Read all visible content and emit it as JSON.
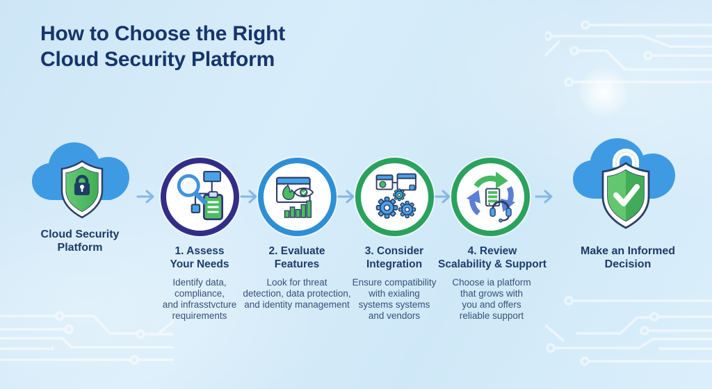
{
  "title": {
    "text": "How to Choose the Right\nCloud Security Platform"
  },
  "start_node": {
    "label": "Cloud Security\nPlatform",
    "icon": "cloud-shield-lock-icon"
  },
  "end_node": {
    "label": "Make an Informed\nDecision",
    "icon": "cloud-shield-check-icon"
  },
  "steps": [
    {
      "title": "1. Assess\nYour Needs",
      "description": "Identify data,\ncompliance,\nand infrasstvcture\nrequirements",
      "ring_color": "#322e87",
      "icon": "magnifier-flowchart-checklist-icon"
    },
    {
      "title": "2. Evaluate\nFeatures",
      "description": "Look for threat\ndetection, data protection,\nand identity management",
      "ring_color": "#2f8fd6",
      "icon": "threat-monitor-chart-icon"
    },
    {
      "title": "3. Consider\nIntegration",
      "description": "Ensure compatibility\nwith exialing\nsystems systems\nand vendors",
      "ring_color": "#2aa25d",
      "icon": "windows-gears-icon"
    },
    {
      "title": "4. Review\nScalability & Support",
      "description": "Choose ia platform\nthat grows with\nyou and offers\nreliable support",
      "ring_color": "#2aa25d",
      "icon": "cycle-server-headset-icon"
    }
  ],
  "colors": {
    "background": "#d2e9f8",
    "title_text": "#16356b",
    "step_title_text": "#1d3c6d",
    "description_text": "#35517a",
    "arrow": "#84b6e4",
    "cloud_blue": "#3e9be3",
    "shield_green": "#4cbb63",
    "ring_step1": "#322e87",
    "ring_step2": "#2f8fd6",
    "ring_step3": "#2aa25d",
    "ring_step4": "#2aa25d",
    "circuit_lines": "#ffffff"
  }
}
